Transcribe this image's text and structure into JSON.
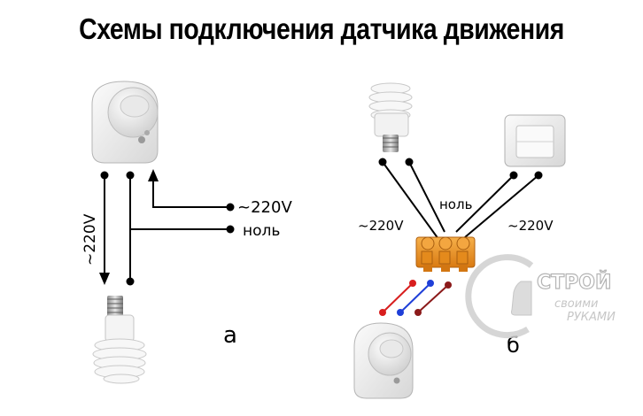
{
  "title": "Схемы подключения датчика движения",
  "diagram_a": {
    "label": "а",
    "vertical_voltage": "~220V",
    "phase_label": "~220V",
    "neutral_label": "ноль"
  },
  "diagram_b": {
    "label": "б",
    "left_voltage": "~220V",
    "right_voltage": "~220V",
    "neutral_label": "ноль"
  },
  "watermark": {
    "line1": "СТРОЙ",
    "line2": "своими",
    "line3": "РУКАМИ"
  },
  "colors": {
    "wire": "#000000",
    "red_wire": "#d81e1e",
    "blue_wire": "#1f3fd8",
    "terminal": "#e8901e",
    "device_body": "#f2f2f2"
  }
}
